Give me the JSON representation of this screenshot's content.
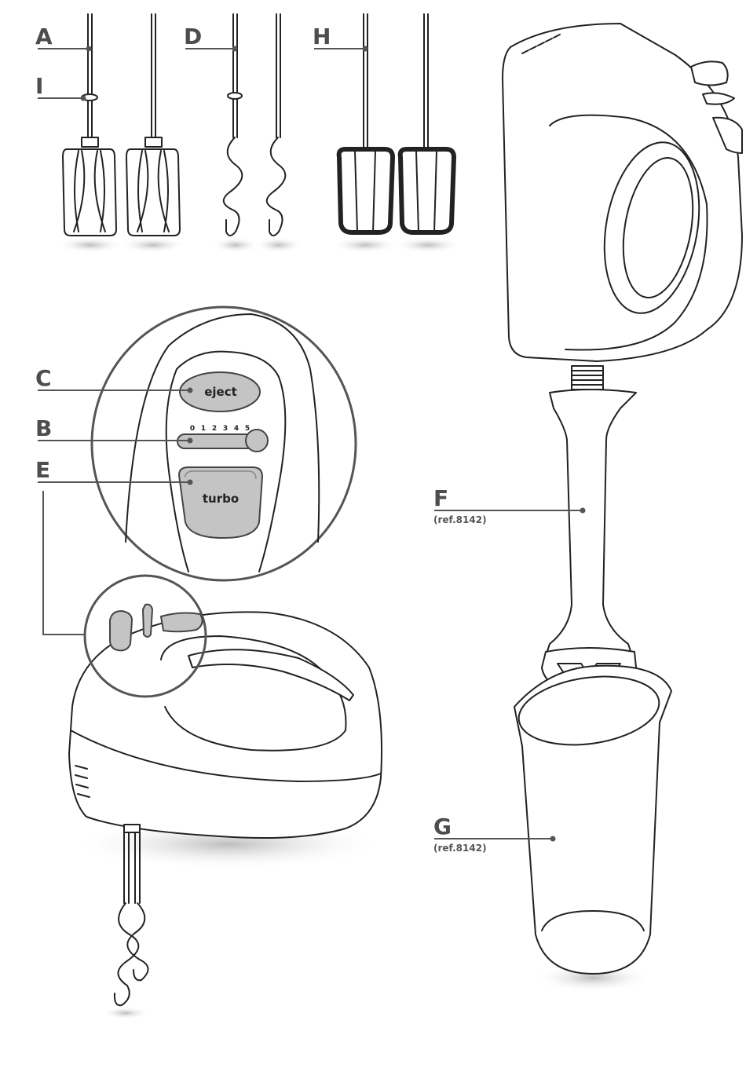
{
  "labels": {
    "A": "A",
    "I": "I",
    "D": "D",
    "H": "H",
    "C": "C",
    "B": "B",
    "E": "E",
    "F": "F",
    "F_ref": "(ref.8142)",
    "G": "G",
    "G_ref": "(ref.8142)"
  },
  "controls": {
    "eject": "eject",
    "turbo": "turbo",
    "speed_0": "0",
    "speed_1": "1",
    "speed_2": "2",
    "speed_3": "3",
    "speed_4": "4",
    "speed_5": "5"
  },
  "colors": {
    "button_fill": "#c4c4c4",
    "label": "#4d4d4d",
    "shadow": "#cfcfcf"
  }
}
